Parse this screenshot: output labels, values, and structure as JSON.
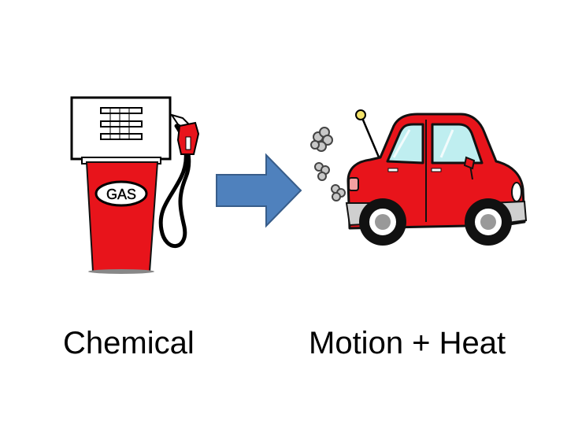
{
  "pump": {
    "icon": "gas-pump-icon",
    "badge_text": "GAS",
    "body_color": "#e8141b"
  },
  "arrow": {
    "icon": "arrow-right-icon",
    "fill_color": "#4f81bd"
  },
  "car": {
    "icon": "car-icon",
    "body_color": "#e8141b",
    "exhaust_icon": "exhaust-smoke-icon"
  },
  "labels": {
    "left": "Chemical",
    "right": "Motion + Heat"
  }
}
